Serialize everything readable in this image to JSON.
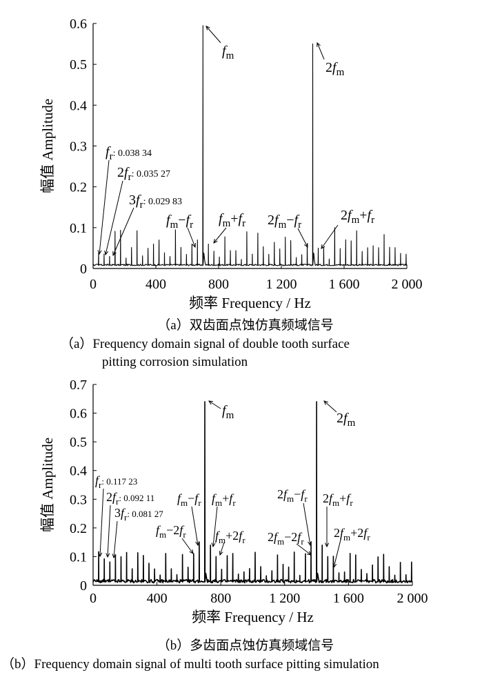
{
  "chart_data": [
    {
      "type": "line",
      "id": "a",
      "xlabel": "频率  Frequency / Hz",
      "ylabel": "幅值 Amplitude",
      "xlim": [
        0,
        2000
      ],
      "ylim": [
        0,
        0.6
      ],
      "xticks": [
        {
          "v": 0,
          "t": "0"
        },
        {
          "v": 400,
          "t": "400"
        },
        {
          "v": 800,
          "t": "800"
        },
        {
          "v": 1200,
          "t": "1 200"
        },
        {
          "v": 1600,
          "t": "1 600"
        },
        {
          "v": 2000,
          "t": "2 000"
        }
      ],
      "yticks": [
        {
          "v": 0,
          "t": "0"
        },
        {
          "v": 0.1,
          "t": "0.1"
        },
        {
          "v": 0.2,
          "t": "0.2"
        },
        {
          "v": 0.3,
          "t": "0.3"
        },
        {
          "v": 0.4,
          "t": "0.4"
        },
        {
          "v": 0.5,
          "t": "0.5"
        },
        {
          "v": 0.6,
          "t": "0.6"
        }
      ],
      "fr": 35,
      "fm": 700,
      "baseline": 0.008,
      "main_peaks": [
        {
          "x": 700,
          "y": 0.595
        },
        {
          "x": 1400,
          "y": 0.55
        }
      ],
      "sideband_peaks": [
        {
          "x": 35,
          "y": 0.03834
        },
        {
          "x": 70,
          "y": 0.03527
        },
        {
          "x": 105,
          "y": 0.02983
        },
        {
          "x": 665,
          "y": 0.07
        },
        {
          "x": 735,
          "y": 0.06
        },
        {
          "x": 1365,
          "y": 0.06
        },
        {
          "x": 1435,
          "y": 0.05
        }
      ],
      "annotations": [
        {
          "segs": [
            {
              "t": "f",
              "i": true,
              "s": 20
            },
            {
              "t": "m",
              "sub": true,
              "s": 15
            }
          ]
        },
        {
          "segs": [
            {
              "t": "2",
              "s": 20
            },
            {
              "t": "f",
              "i": true,
              "s": 20
            },
            {
              "t": "m",
              "sub": true,
              "s": 15
            }
          ]
        },
        {
          "segs": [
            {
              "t": "f",
              "i": true,
              "s": 20
            },
            {
              "t": "r",
              "sub": true,
              "s": 15
            },
            {
              "t": ": 0.038 34",
              "s": 14
            }
          ]
        },
        {
          "segs": [
            {
              "t": "2",
              "s": 20
            },
            {
              "t": "f",
              "i": true,
              "s": 20
            },
            {
              "t": "r",
              "sub": true,
              "s": 15
            },
            {
              "t": ": 0.035 27",
              "s": 14
            }
          ]
        },
        {
          "segs": [
            {
              "t": "3",
              "s": 20
            },
            {
              "t": "f",
              "i": true,
              "s": 20
            },
            {
              "t": "r",
              "sub": true,
              "s": 15
            },
            {
              "t": ": 0.029 83",
              "s": 14
            }
          ]
        },
        {
          "segs": [
            {
              "t": "f",
              "i": true,
              "s": 20
            },
            {
              "t": "m",
              "sub": true,
              "s": 15
            },
            {
              "t": "−",
              "s": 20
            },
            {
              "t": "f",
              "i": true,
              "s": 20
            },
            {
              "t": "r",
              "sub": true,
              "s": 15
            }
          ]
        },
        {
          "segs": [
            {
              "t": "f",
              "i": true,
              "s": 20
            },
            {
              "t": "m",
              "sub": true,
              "s": 15
            },
            {
              "t": "+",
              "s": 20
            },
            {
              "t": "f",
              "i": true,
              "s": 20
            },
            {
              "t": "r",
              "sub": true,
              "s": 15
            }
          ]
        },
        {
          "segs": [
            {
              "t": "2",
              "s": 20
            },
            {
              "t": "f",
              "i": true,
              "s": 20
            },
            {
              "t": "m",
              "sub": true,
              "s": 15
            },
            {
              "t": "−",
              "s": 20
            },
            {
              "t": "f",
              "i": true,
              "s": 20
            },
            {
              "t": "r",
              "sub": true,
              "s": 15
            }
          ]
        },
        {
          "segs": [
            {
              "t": "2",
              "s": 20
            },
            {
              "t": "f",
              "i": true,
              "s": 20
            },
            {
              "t": "m",
              "sub": true,
              "s": 15
            },
            {
              "t": "+",
              "s": 20
            },
            {
              "t": "f",
              "i": true,
              "s": 20
            },
            {
              "t": "r",
              "sub": true,
              "s": 15
            }
          ]
        }
      ],
      "caption_cn": "（a）双齿面点蚀仿真频域信号",
      "caption_en": [
        "（a）Frequency domain signal of double tooth surface",
        "pitting corrosion simulation"
      ]
    },
    {
      "type": "line",
      "id": "b",
      "xlabel": "频率  Frequency / Hz",
      "ylabel": "幅值 Amplitude",
      "xlim": [
        0,
        2000
      ],
      "ylim": [
        0,
        0.7
      ],
      "xticks": [
        {
          "v": 0,
          "t": "0"
        },
        {
          "v": 400,
          "t": "400"
        },
        {
          "v": 800,
          "t": "800"
        },
        {
          "v": 1200,
          "t": "1 200"
        },
        {
          "v": 1600,
          "t": "1 600"
        },
        {
          "v": 2000,
          "t": "2 000"
        }
      ],
      "yticks": [
        {
          "v": 0,
          "t": "0"
        },
        {
          "v": 0.1,
          "t": "0.1"
        },
        {
          "v": 0.2,
          "t": "0.2"
        },
        {
          "v": 0.3,
          "t": "0.3"
        },
        {
          "v": 0.4,
          "t": "0.4"
        },
        {
          "v": 0.5,
          "t": "0.5"
        },
        {
          "v": 0.6,
          "t": "0.6"
        },
        {
          "v": 0.7,
          "t": "0.7"
        }
      ],
      "fr": 35,
      "fm": 700,
      "baseline": 0.012,
      "main_peaks": [
        {
          "x": 700,
          "y": 0.64
        },
        {
          "x": 1400,
          "y": 0.64
        }
      ],
      "sideband_peaks": [
        {
          "x": 35,
          "y": 0.11723
        },
        {
          "x": 70,
          "y": 0.09211
        },
        {
          "x": 105,
          "y": 0.08127
        },
        {
          "x": 630,
          "y": 0.11
        },
        {
          "x": 665,
          "y": 0.15
        },
        {
          "x": 735,
          "y": 0.14
        },
        {
          "x": 770,
          "y": 0.1
        },
        {
          "x": 1330,
          "y": 0.11
        },
        {
          "x": 1365,
          "y": 0.15
        },
        {
          "x": 1435,
          "y": 0.14
        },
        {
          "x": 1470,
          "y": 0.1
        }
      ],
      "annotations": [
        {
          "segs": [
            {
              "t": "f",
              "i": true,
              "s": 20
            },
            {
              "t": "m",
              "sub": true,
              "s": 15
            }
          ]
        },
        {
          "segs": [
            {
              "t": "2",
              "s": 20
            },
            {
              "t": "f",
              "i": true,
              "s": 20
            },
            {
              "t": "m",
              "sub": true,
              "s": 15
            }
          ]
        },
        {
          "segs": [
            {
              "t": "f",
              "i": true,
              "s": 18
            },
            {
              "t": "r",
              "sub": true,
              "s": 13
            },
            {
              "t": ": 0.117 23",
              "s": 13
            }
          ]
        },
        {
          "segs": [
            {
              "t": "2",
              "s": 18
            },
            {
              "t": "f",
              "i": true,
              "s": 18
            },
            {
              "t": "r",
              "sub": true,
              "s": 13
            },
            {
              "t": ": 0.092 11",
              "s": 13
            }
          ]
        },
        {
          "segs": [
            {
              "t": "3",
              "s": 18
            },
            {
              "t": "f",
              "i": true,
              "s": 18
            },
            {
              "t": "r",
              "sub": true,
              "s": 13
            },
            {
              "t": ": 0.081 27",
              "s": 13
            }
          ]
        },
        {
          "segs": [
            {
              "t": "f",
              "i": true,
              "s": 18
            },
            {
              "t": "m",
              "sub": true,
              "s": 13
            },
            {
              "t": "−",
              "s": 18
            },
            {
              "t": "f",
              "i": true,
              "s": 18
            },
            {
              "t": "r",
              "sub": true,
              "s": 13
            }
          ]
        },
        {
          "segs": [
            {
              "t": "f",
              "i": true,
              "s": 18
            },
            {
              "t": "m",
              "sub": true,
              "s": 13
            },
            {
              "t": "+",
              "s": 18
            },
            {
              "t": "f",
              "i": true,
              "s": 18
            },
            {
              "t": "r",
              "sub": true,
              "s": 13
            }
          ]
        },
        {
          "segs": [
            {
              "t": "f",
              "i": true,
              "s": 18
            },
            {
              "t": "m",
              "sub": true,
              "s": 13
            },
            {
              "t": "−",
              "s": 18
            },
            {
              "t": "2",
              "s": 18
            },
            {
              "t": "f",
              "i": true,
              "s": 18
            },
            {
              "t": "r",
              "sub": true,
              "s": 13
            }
          ]
        },
        {
          "segs": [
            {
              "t": "f",
              "i": true,
              "s": 18
            },
            {
              "t": "m",
              "sub": true,
              "s": 13
            },
            {
              "t": "+",
              "s": 18
            },
            {
              "t": "2",
              "s": 18
            },
            {
              "t": "f",
              "i": true,
              "s": 18
            },
            {
              "t": "r",
              "sub": true,
              "s": 13
            }
          ]
        },
        {
          "segs": [
            {
              "t": "2",
              "s": 18
            },
            {
              "t": "f",
              "i": true,
              "s": 18
            },
            {
              "t": "m",
              "sub": true,
              "s": 13
            },
            {
              "t": "−",
              "s": 18
            },
            {
              "t": "f",
              "i": true,
              "s": 18
            },
            {
              "t": "r",
              "sub": true,
              "s": 13
            }
          ]
        },
        {
          "segs": [
            {
              "t": "2",
              "s": 18
            },
            {
              "t": "f",
              "i": true,
              "s": 18
            },
            {
              "t": "m",
              "sub": true,
              "s": 13
            },
            {
              "t": "+",
              "s": 18
            },
            {
              "t": "f",
              "i": true,
              "s": 18
            },
            {
              "t": "r",
              "sub": true,
              "s": 13
            }
          ]
        },
        {
          "segs": [
            {
              "t": "2",
              "s": 18
            },
            {
              "t": "f",
              "i": true,
              "s": 18
            },
            {
              "t": "m",
              "sub": true,
              "s": 13
            },
            {
              "t": "−",
              "s": 18
            },
            {
              "t": "2",
              "s": 18
            },
            {
              "t": "f",
              "i": true,
              "s": 18
            },
            {
              "t": "r",
              "sub": true,
              "s": 13
            }
          ]
        },
        {
          "segs": [
            {
              "t": "2",
              "s": 18
            },
            {
              "t": "f",
              "i": true,
              "s": 18
            },
            {
              "t": "m",
              "sub": true,
              "s": 13
            },
            {
              "t": "+",
              "s": 18
            },
            {
              "t": "2",
              "s": 18
            },
            {
              "t": "f",
              "i": true,
              "s": 18
            },
            {
              "t": "r",
              "sub": true,
              "s": 13
            }
          ]
        }
      ],
      "caption_cn": "（b）多齿面点蚀仿真频域信号",
      "caption_en": [
        "（b）Frequency domain signal of multi tooth surface pitting simulation"
      ]
    }
  ]
}
